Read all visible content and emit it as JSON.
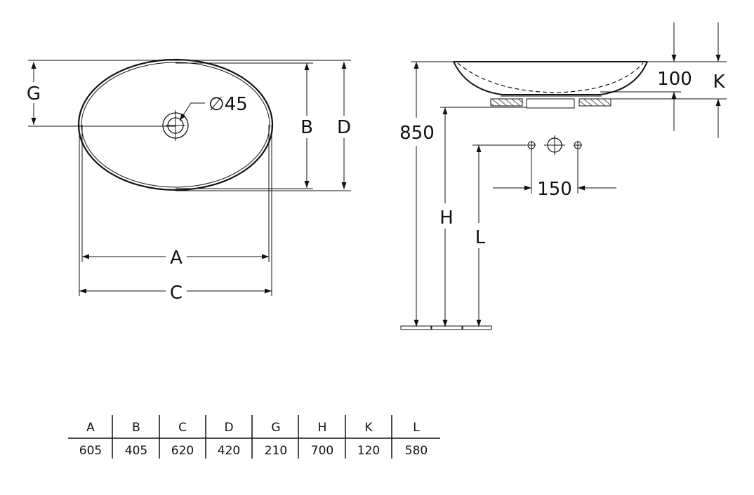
{
  "top_view": {
    "labels": {
      "G": "G",
      "B": "B",
      "D": "D",
      "A": "A",
      "C": "C",
      "drain": "∅45"
    }
  },
  "side_view": {
    "labels": {
      "height_total": "850",
      "bowl_height": "100",
      "K": "K",
      "H": "H",
      "L": "L",
      "tap_spacing": "150"
    }
  },
  "table": {
    "headers": [
      "A",
      "B",
      "C",
      "D",
      "G",
      "H",
      "K",
      "L"
    ],
    "values": [
      "605",
      "405",
      "620",
      "420",
      "210",
      "700",
      "120",
      "580"
    ]
  },
  "colors": {
    "line": "#111111",
    "background": "#ffffff"
  }
}
